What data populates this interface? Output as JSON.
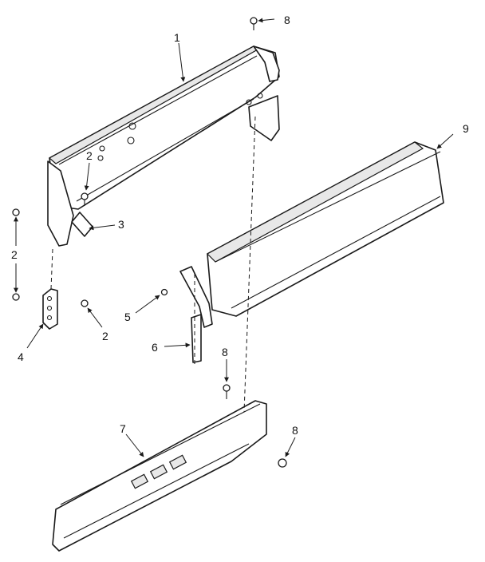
{
  "diagram": {
    "callouts": {
      "c1": "1",
      "c2a": "2",
      "c2b": "2",
      "c2c": "2",
      "c3": "3",
      "c4": "4",
      "c5": "5",
      "c6": "6",
      "c7": "7",
      "c8a": "8",
      "c8b": "8",
      "c8c": "8",
      "c9": "9"
    }
  }
}
